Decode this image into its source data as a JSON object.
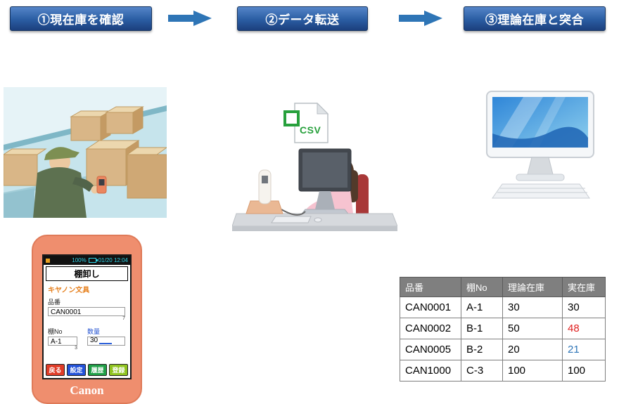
{
  "steps": [
    {
      "label": "①現在庫を確認"
    },
    {
      "label": "②データ転送"
    },
    {
      "label": "③理論在庫と突合"
    }
  ],
  "csv_icon": {
    "label": "CSV"
  },
  "device": {
    "status": {
      "battery": "100%",
      "datetime": "01/20 12:04"
    },
    "screen_title": "棚卸し",
    "company": "キヤノン文具",
    "fields": {
      "part_label": "品番",
      "part_value": "CAN0001",
      "part_counter": "7",
      "shelf_label": "棚No",
      "shelf_value": "A-1",
      "shelf_counter": "3",
      "qty_label": "数量",
      "qty_value": "30"
    },
    "buttons": [
      {
        "label": "戻る",
        "color": "#e03c28"
      },
      {
        "label": "設定",
        "color": "#2352d9"
      },
      {
        "label": "履歴",
        "color": "#1f9e46"
      },
      {
        "label": "登録",
        "color": "#8fc31f"
      }
    ],
    "brand": "Canon"
  },
  "table": {
    "headers": [
      "品番",
      "棚No",
      "理論在庫",
      "実在庫"
    ],
    "rows": [
      {
        "part": "CAN0001",
        "shelf": "A-1",
        "theoretical": "30",
        "actual": "30",
        "actual_color": "#000000"
      },
      {
        "part": "CAN0002",
        "shelf": "B-1",
        "theoretical": "50",
        "actual": "48",
        "actual_color": "#e02020"
      },
      {
        "part": "CAN0005",
        "shelf": "B-2",
        "theoretical": "20",
        "actual": "21",
        "actual_color": "#2e75b6"
      },
      {
        "part": "CAN1000",
        "shelf": "C-3",
        "theoretical": "100",
        "actual": "100",
        "actual_color": "#000000"
      }
    ]
  },
  "colors": {
    "banner_top": "#5585c8",
    "banner_bottom": "#1b3f7d",
    "arrow": "#2e75b6",
    "table_header_bg": "#7f7f7f",
    "company_text": "#e6801e",
    "qty_label": "#1f4fd0",
    "csv_green": "#27a03c"
  }
}
